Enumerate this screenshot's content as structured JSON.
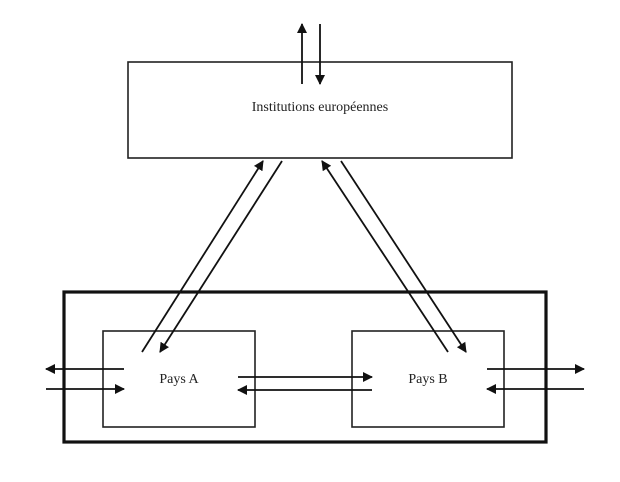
{
  "diagram": {
    "nodes": {
      "institutions": {
        "label": "Institutions européennes"
      },
      "pays_a": {
        "label": "Pays A"
      },
      "pays_b": {
        "label": "Pays B"
      }
    },
    "edges": [
      {
        "from": "institutions",
        "to": "outside",
        "direction": "bidirectional"
      },
      {
        "from": "pays_a",
        "to": "institutions",
        "direction": "bidirectional"
      },
      {
        "from": "pays_b",
        "to": "institutions",
        "direction": "bidirectional"
      },
      {
        "from": "pays_a",
        "to": "pays_b",
        "direction": "bidirectional"
      },
      {
        "from": "pays_a",
        "to": "outside",
        "direction": "bidirectional"
      },
      {
        "from": "pays_b",
        "to": "outside",
        "direction": "bidirectional"
      }
    ],
    "colors": {
      "stroke": "#111111",
      "background": "#ffffff"
    }
  }
}
